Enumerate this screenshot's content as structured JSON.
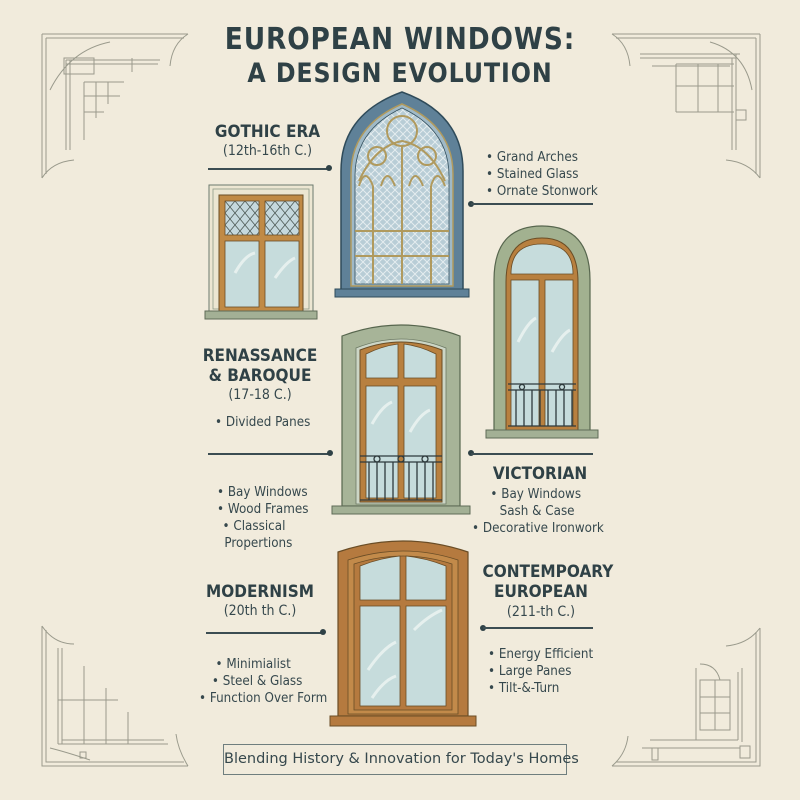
{
  "title": {
    "line1": "EUROPEAN WINDOWS:",
    "line2": "A DESIGN EVOLUTION"
  },
  "colors": {
    "background": "#f1ebdc",
    "text": "#2f4146",
    "gothic_frame": "#5a7b92",
    "gothic_tracery": "#b09a5e",
    "wood": "#b57a3f",
    "stone_green": "#9fae8e",
    "glass": "#c6dbdb",
    "iron": "#2e3a3c",
    "sketch_lines": "#9a9a8c"
  },
  "sections": {
    "gothic": {
      "heading": "GOTHIC ERA",
      "period": "(12th-16th C.)",
      "bullets": [
        "• Grand Arches",
        "• Stained Glass",
        "• Ornate Stonwork"
      ]
    },
    "renaissance": {
      "heading_line1": "RENASSANCE",
      "heading_line2": "& BAROQUE",
      "period": "(17-18 C.)",
      "bullets_top": [
        "• Divided Panes"
      ],
      "bullets_bottom": [
        "• Bay Windows",
        "• Wood Frames",
        "• Classical",
        "Propertions"
      ]
    },
    "victorian": {
      "heading": "VICTORIAN",
      "bullets": [
        "• Bay Windows",
        "Sash & Case",
        "• Decorative Ironwork"
      ]
    },
    "modernism": {
      "heading": "MODERNISM",
      "period": "(20th th C.)",
      "bullets": [
        "• Minimialist",
        "• Steel & Glass",
        "• Function Over Form"
      ]
    },
    "contemporary": {
      "heading_line1": "CONTEMPOARY",
      "heading_line2": "EUROPEAN",
      "period": "(211-th C.)",
      "bullets": [
        "• Energy Efficient",
        "• Large Panes",
        "• Tilt-&-Turn"
      ]
    }
  },
  "footer": {
    "tagline": "Blending History & Innovation for Today's Homes"
  },
  "icons": {
    "gothic_window": "gothic-arched-window-illustration",
    "leaded_window": "leaded-casement-window-illustration",
    "arched_balcony_window": "arched-french-window-illustration",
    "renaissance_window": "segmental-arch-balcony-window-illustration",
    "modern_window": "wooden-casement-window-illustration",
    "corner_ornaments": "sketched-corner-frame-ornament"
  }
}
